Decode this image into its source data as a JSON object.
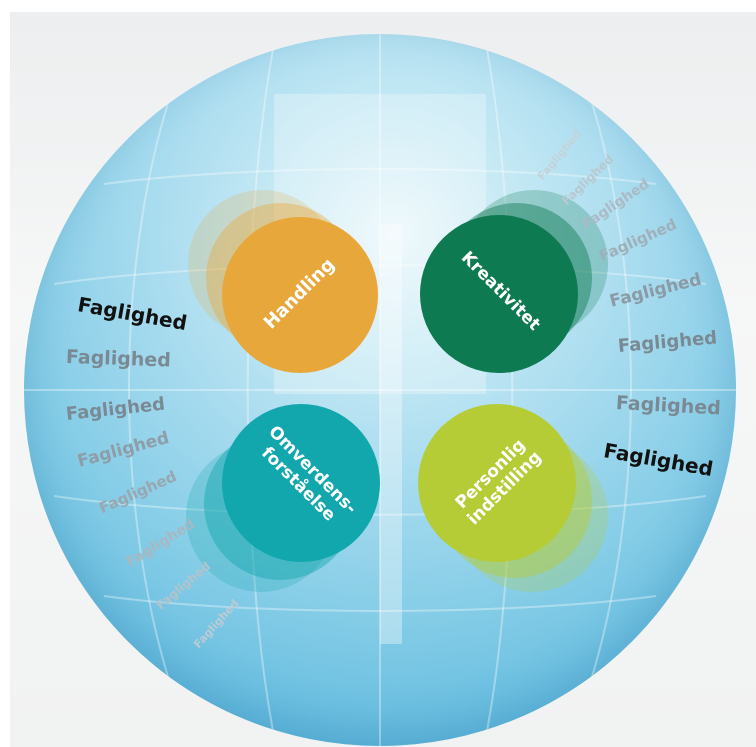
{
  "diagram": {
    "quadrants": {
      "handling": {
        "label": "Handling",
        "color": "#e8a73a"
      },
      "kreativitet": {
        "label": "Kreativitet",
        "color": "#0e7a52"
      },
      "omverden": {
        "line1": "Omverdens-",
        "line2": "forståelse",
        "color": "#12a6ad"
      },
      "personlig": {
        "line1": "Personlig",
        "line2": "indstilling",
        "color": "#b5cc36"
      }
    },
    "ring_word": "Faglighed",
    "colors": {
      "word_dark": "#111111",
      "word_mid": "#7a8a94",
      "word_light": "#a7b8c2"
    }
  }
}
